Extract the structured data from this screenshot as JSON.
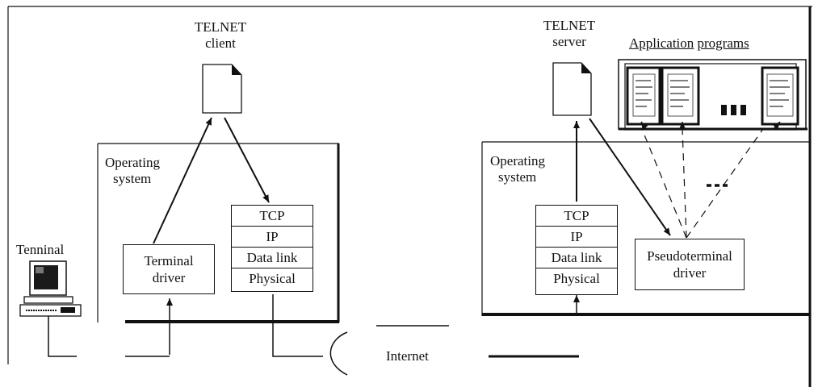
{
  "client": {
    "title_line1": "TELNET",
    "title_line2": "client",
    "os_line1": "Operating",
    "os_line2": "system",
    "terminal_label": "Tenninal",
    "driver_line1": "Terminal",
    "driver_line2": "driver",
    "stack": [
      "TCP",
      "IP",
      "Data link",
      "Physical"
    ]
  },
  "server": {
    "title_line1": "TELNET",
    "title_line2": "server",
    "app_word1": "Application",
    "app_word2": "programs",
    "os_line1": "Operating",
    "os_line2": "system",
    "pseudo_line1": "Pseudoterminal",
    "pseudo_line2": "driver",
    "stack": [
      "TCP",
      "IP",
      "Data link",
      "Physical"
    ]
  },
  "network": {
    "label": "Internet"
  }
}
